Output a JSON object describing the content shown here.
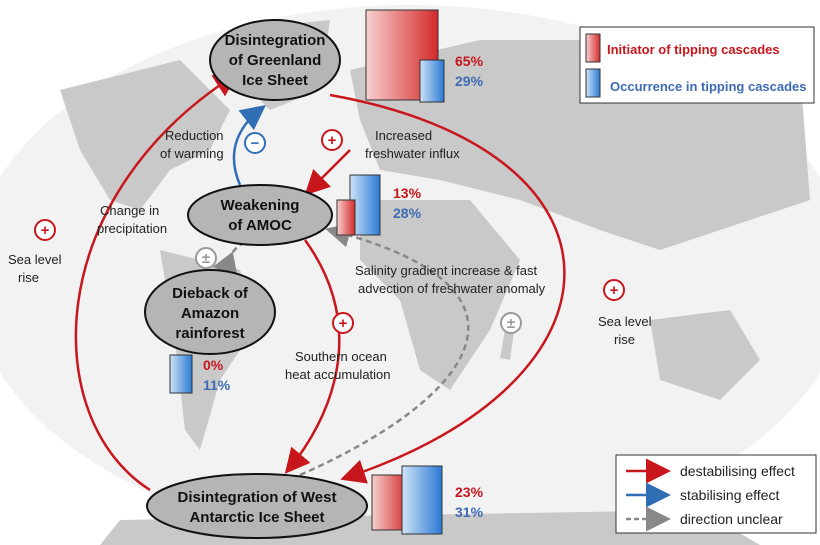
{
  "nodes": {
    "greenland": [
      "Disintegration",
      "of Greenland",
      "Ice Sheet"
    ],
    "amoc": [
      "Weakening",
      "of AMOC"
    ],
    "amazon": [
      "Dieback of",
      "Amazon",
      "rainforest"
    ],
    "wais": [
      "Disintegration of West",
      "Antarctic Ice Sheet"
    ]
  },
  "percentages": {
    "greenland": {
      "initiator": "65%",
      "occurrence": "29%"
    },
    "amoc": {
      "initiator": "13%",
      "occurrence": "28%"
    },
    "amazon": {
      "initiator": "0%",
      "occurrence": "11%"
    },
    "wais": {
      "initiator": "23%",
      "occurrence": "31%"
    }
  },
  "edge_labels": {
    "reduction": [
      "Reduction",
      "of warming"
    ],
    "freshwater": [
      "Increased",
      "freshwater influx"
    ],
    "precip": [
      "Change in",
      "precipitation"
    ],
    "sealevel_left": [
      "Sea  level",
      "rise"
    ],
    "sealevel_right": [
      "Sea level",
      "rise"
    ],
    "salinity": [
      "Salinity gradient increase & fast",
      "advection of freshwater anomaly"
    ],
    "southern": [
      "Southern ocean",
      "heat accumulation"
    ]
  },
  "signs": {
    "plus": "+",
    "minus": "−",
    "plusminus": "±"
  },
  "legend_top": {
    "initiator": "Initiator of tipping cascades",
    "occurrence": "Occurrence in tipping cascades"
  },
  "legend_bottom": {
    "destabilising": "destabilising effect",
    "stabilising": "stabilising effect",
    "unclear": "direction unclear"
  },
  "colors": {
    "red": "#c8161d",
    "blue": "#2f6db5",
    "gray": "#999999",
    "land": "#c9c9c9"
  }
}
